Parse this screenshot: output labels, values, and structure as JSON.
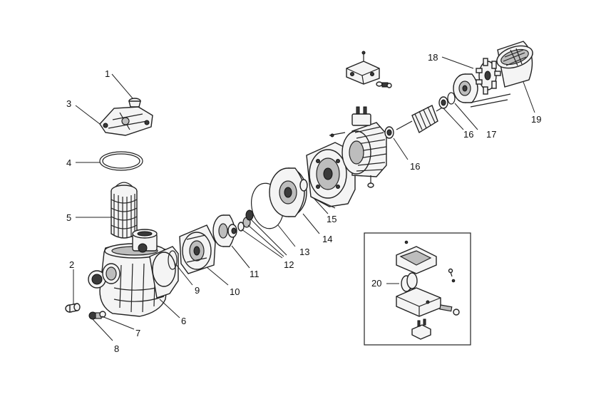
{
  "callouts": {
    "c1": "1",
    "c2": "2",
    "c3": "3",
    "c4": "4",
    "c5": "5",
    "c6": "6",
    "c7": "7",
    "c8": "8",
    "c9": "9",
    "c10": "10",
    "c11": "11",
    "c12": "12",
    "c13": "13",
    "c14": "14",
    "c15": "15",
    "c16a": "16",
    "c16b": "16",
    "c17": "17",
    "c18": "18",
    "c19": "19",
    "c20": "20"
  },
  "colors": {
    "line": "#222222",
    "fill": "#f4f4f4",
    "dark": "#3a3a3a",
    "background": "#ffffff"
  }
}
